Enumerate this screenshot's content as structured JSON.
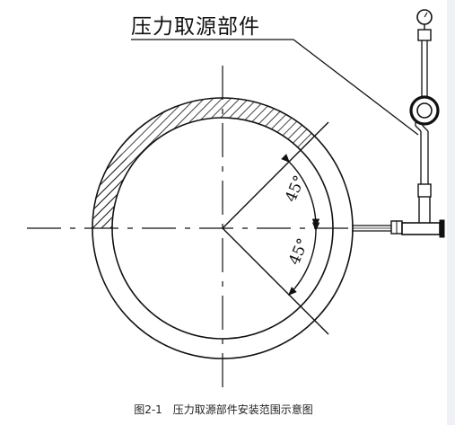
{
  "callout": {
    "label": "压力取源部件"
  },
  "angles": {
    "upper": "45°",
    "lower": "45°"
  },
  "caption": {
    "figure_number": "图2-1",
    "title": "压力取源部件安装范围示意图"
  },
  "colors": {
    "line": "#111111",
    "background": "#ffffff"
  }
}
